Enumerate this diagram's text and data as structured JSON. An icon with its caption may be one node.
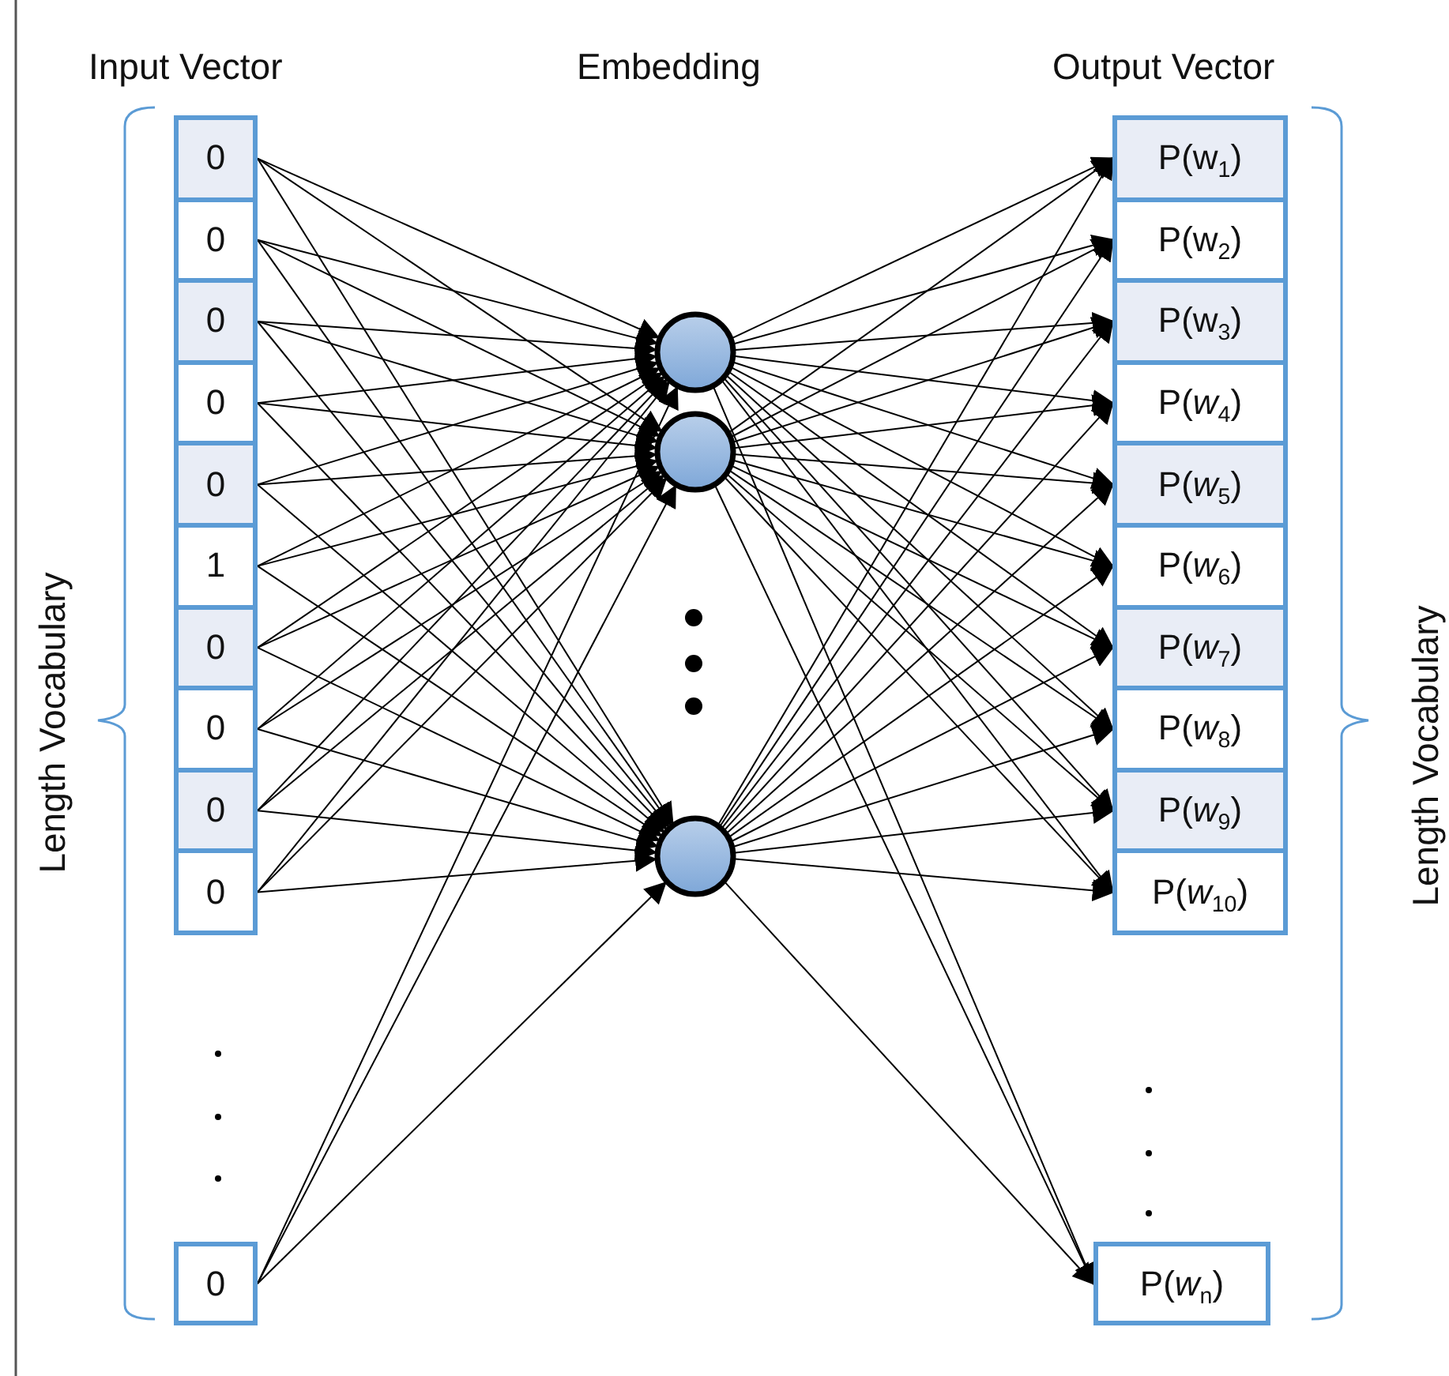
{
  "diagram": {
    "nodes": [
      {
        "text": [
          "0"
        ]
      },
      {
        "text": [
          "0"
        ]
      },
      {
        "text": [
          "0"
        ]
      },
      {
        "text": [
          "0"
        ]
      },
      {
        "text": [
          "0"
        ]
      },
      {
        "text": [
          "1"
        ]
      },
      {
        "text": [
          "0"
        ]
      },
      {
        "text": [
          "0"
        ]
      },
      {
        "text": [
          "0"
        ]
      },
      {
        "text": [
          "0"
        ]
      },
      {
        "text": [
          "0"
        ]
      },
      {
        "text": [],
        "shape": "circle"
      },
      {
        "text": [],
        "shape": "circle"
      },
      {
        "text": [],
        "shape": "circle"
      },
      {
        "text": [
          "P(w$_{1}$)"
        ]
      },
      {
        "text": [
          "P(w$_{2}$)"
        ]
      },
      {
        "text": [
          "P(w$_{3}$)"
        ]
      },
      {
        "text": [
          "P(*w*$_{4}$)"
        ]
      },
      {
        "text": [
          "P(*w*$_{5}$)"
        ]
      },
      {
        "text": [
          "P(*w*$_{6}$)"
        ]
      },
      {
        "text": [
          "P(*w*$_{7}$)"
        ]
      },
      {
        "text": [
          "P(*w*$_{8}$)"
        ]
      },
      {
        "text": [
          "P(*w*$_{9}$)"
        ]
      },
      {
        "text": [
          "P(*w*$_{10}$)"
        ]
      },
      {
        "text": [
          "P(*w*$_{n}$)"
        ]
      }
    ],
    "edges": [
      {
        "from": 0,
        "to": 11,
        "arrow": "to"
      },
      {
        "from": 0,
        "to": 12,
        "arrow": "to"
      },
      {
        "from": 0,
        "to": 13,
        "arrow": "to"
      },
      {
        "from": 1,
        "to": 11,
        "arrow": "to"
      },
      {
        "from": 1,
        "to": 12,
        "arrow": "to"
      },
      {
        "from": 1,
        "to": 13,
        "arrow": "to"
      },
      {
        "from": 2,
        "to": 11,
        "arrow": "to"
      },
      {
        "from": 2,
        "to": 12,
        "arrow": "to"
      },
      {
        "from": 2,
        "to": 13,
        "arrow": "to"
      },
      {
        "from": 3,
        "to": 11,
        "arrow": "to"
      },
      {
        "from": 3,
        "to": 12,
        "arrow": "to"
      },
      {
        "from": 3,
        "to": 13,
        "arrow": "to"
      },
      {
        "from": 4,
        "to": 11,
        "arrow": "to"
      },
      {
        "from": 4,
        "to": 12,
        "arrow": "to"
      },
      {
        "from": 4,
        "to": 13,
        "arrow": "to"
      },
      {
        "from": 5,
        "to": 11,
        "arrow": "to"
      },
      {
        "from": 5,
        "to": 12,
        "arrow": "to"
      },
      {
        "from": 5,
        "to": 13,
        "arrow": "to"
      },
      {
        "from": 6,
        "to": 11,
        "arrow": "to"
      },
      {
        "from": 6,
        "to": 12,
        "arrow": "to"
      },
      {
        "from": 6,
        "to": 13,
        "arrow": "to"
      },
      {
        "from": 7,
        "to": 11,
        "arrow": "to"
      },
      {
        "from": 7,
        "to": 12,
        "arrow": "to"
      },
      {
        "from": 7,
        "to": 13,
        "arrow": "to"
      },
      {
        "from": 8,
        "to": 11,
        "arrow": "to"
      },
      {
        "from": 8,
        "to": 12,
        "arrow": "to"
      },
      {
        "from": 8,
        "to": 13,
        "arrow": "to"
      },
      {
        "from": 9,
        "to": 11,
        "arrow": "to"
      },
      {
        "from": 9,
        "to": 12,
        "arrow": "to"
      },
      {
        "from": 9,
        "to": 13,
        "arrow": "to"
      },
      {
        "from": 10,
        "to": 11,
        "arrow": "to"
      },
      {
        "from": 10,
        "to": 12,
        "arrow": "to"
      },
      {
        "from": 10,
        "to": 13,
        "arrow": "to"
      },
      {
        "from": 11,
        "to": 14,
        "arrow": "to"
      },
      {
        "from": 12,
        "to": 14,
        "arrow": "to"
      },
      {
        "from": 13,
        "to": 14,
        "arrow": "to"
      },
      {
        "from": 11,
        "to": 15,
        "arrow": "to"
      },
      {
        "from": 12,
        "to": 15,
        "arrow": "to"
      },
      {
        "from": 13,
        "to": 15,
        "arrow": "to"
      },
      {
        "from": 11,
        "to": 16,
        "arrow": "to"
      },
      {
        "from": 12,
        "to": 16,
        "arrow": "to"
      },
      {
        "from": 13,
        "to": 16,
        "arrow": "to"
      },
      {
        "from": 11,
        "to": 17,
        "arrow": "to"
      },
      {
        "from": 12,
        "to": 17,
        "arrow": "to"
      },
      {
        "from": 13,
        "to": 17,
        "arrow": "to"
      },
      {
        "from": 11,
        "to": 18,
        "arrow": "to"
      },
      {
        "from": 12,
        "to": 18,
        "arrow": "to"
      },
      {
        "from": 13,
        "to": 18,
        "arrow": "to"
      },
      {
        "from": 11,
        "to": 19,
        "arrow": "to"
      },
      {
        "from": 12,
        "to": 19,
        "arrow": "to"
      },
      {
        "from": 13,
        "to": 19,
        "arrow": "to"
      },
      {
        "from": 11,
        "to": 20,
        "arrow": "to"
      },
      {
        "from": 12,
        "to": 20,
        "arrow": "to"
      },
      {
        "from": 13,
        "to": 20,
        "arrow": "to"
      },
      {
        "from": 11,
        "to": 21,
        "arrow": "to"
      },
      {
        "from": 12,
        "to": 21,
        "arrow": "to"
      },
      {
        "from": 13,
        "to": 21,
        "arrow": "to"
      },
      {
        "from": 11,
        "to": 22,
        "arrow": "to"
      },
      {
        "from": 12,
        "to": 22,
        "arrow": "to"
      },
      {
        "from": 13,
        "to": 22,
        "arrow": "to"
      },
      {
        "from": 11,
        "to": 23,
        "arrow": "to"
      },
      {
        "from": 12,
        "to": 23,
        "arrow": "to"
      },
      {
        "from": 13,
        "to": 23,
        "arrow": "to"
      },
      {
        "from": 11,
        "to": 24,
        "arrow": "to"
      },
      {
        "from": 12,
        "to": 24,
        "arrow": "to"
      },
      {
        "from": 13,
        "to": 24,
        "arrow": "to"
      }
    ],
    "labels": [
      "Input Vector",
      "Embedding",
      "Output Vector",
      "Length Vocabulary",
      "Length Vocabulary"
    ]
  }
}
